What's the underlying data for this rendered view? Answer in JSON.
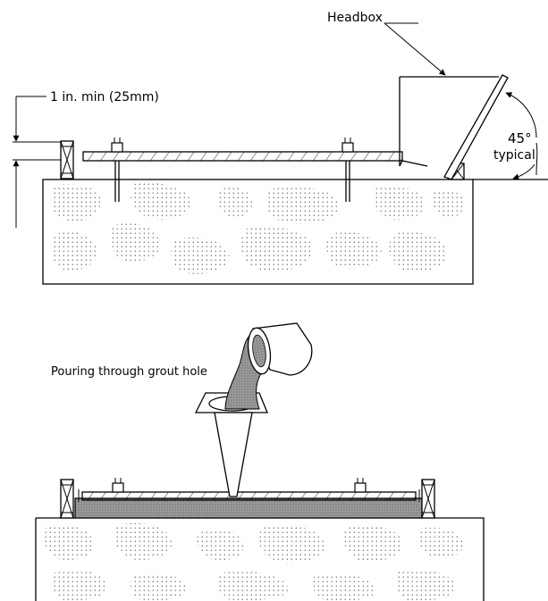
{
  "labels": {
    "headbox": "Headbox",
    "clearance": "1 in. min (25mm)",
    "angle_value": "45°",
    "angle_note": "typical",
    "pouring": "Pouring through grout hole"
  },
  "colors": {
    "line": "#000000",
    "grout": "#8a8a8a",
    "concrete_dots": "#000000",
    "background": "#ffffff"
  },
  "icons": {
    "anchor_bolt": "anchor-bolt-icon",
    "form_block": "form-block-icon",
    "pour_bucket": "bucket-icon",
    "pour_funnel": "funnel-icon"
  }
}
